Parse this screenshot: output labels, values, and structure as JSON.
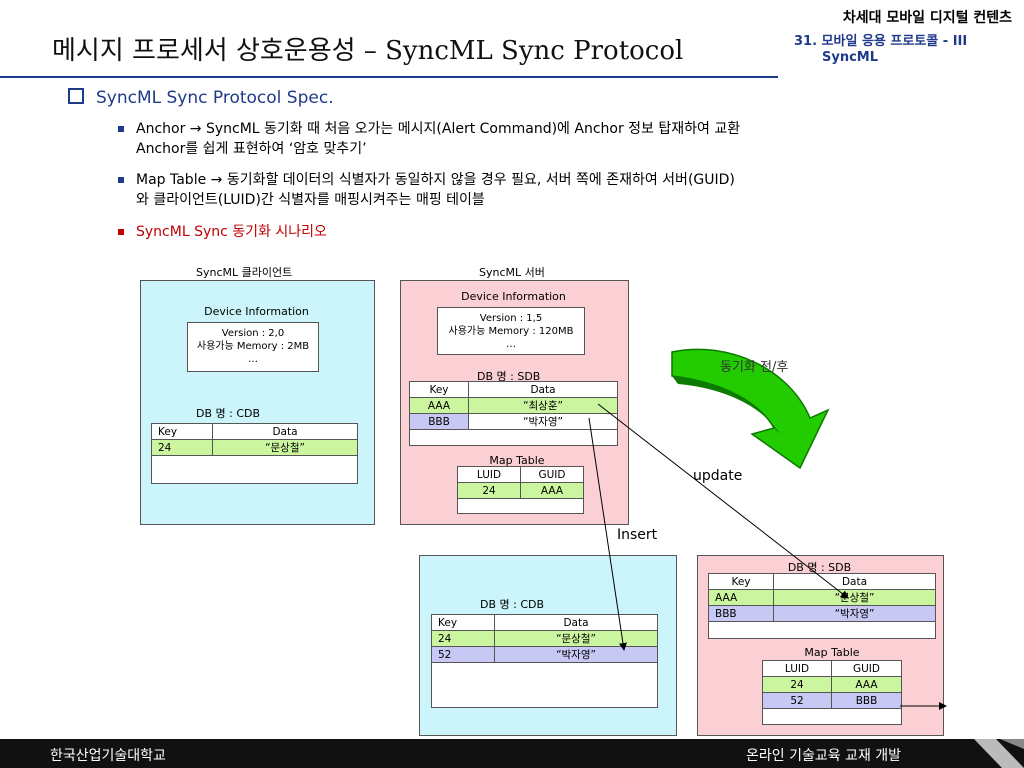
{
  "header": {
    "title": "메시지 프로세서 상호운용성 – SyncML Sync Protocol",
    "org": "차세대 모바일 디지털 컨텐츠",
    "subtitle_line1": "31. 모바일 응용 프로토콜 - III",
    "subtitle_line2": "SyncML"
  },
  "section": {
    "heading": "SyncML Sync Protocol Spec.",
    "bullets": [
      {
        "line1": "Anchor → SyncML 동기화 때 처음 오가는 메시지(Alert Command)에 Anchor 정보 탑재하여 교환",
        "line2": "Anchor를 쉽게 표현하여 ‘암호 맞추기’"
      },
      {
        "line1": "Map Table → 동기화할 데이터의 식별자가 동일하지 않을 경우 필요, 서버 쪽에 존재하여 서버(GUID)",
        "line2": "와 클라이언트(LUID)간 식별자를 매핑시켜주는 매핑 테이블"
      },
      {
        "line1": "SyncML Sync 동기화 시나리오"
      }
    ]
  },
  "diagram": {
    "client_title": "SyncML 클라이언트",
    "server_title": "SyncML 서버",
    "client": {
      "device_info_label": "Device Information",
      "device_info": [
        "Version : 2,0",
        "사용가능 Memory : 2MB",
        "…"
      ],
      "db_label": "DB 명 : CDB",
      "table_header": [
        "Key",
        "Data"
      ],
      "rows": [
        [
          "24",
          "“문상철”"
        ]
      ]
    },
    "server": {
      "device_info_label": "Device Information",
      "device_info": [
        "Version : 1,5",
        "사용가능 Memory : 120MB",
        "…"
      ],
      "db_label": "DB 명 : SDB",
      "table_header": [
        "Key",
        "Data"
      ],
      "rows": [
        [
          "AAA",
          "“최상훈”"
        ],
        [
          "BBB",
          "“박자영”"
        ]
      ],
      "map_label": "Map Table",
      "map_header": [
        "LUID",
        "GUID"
      ],
      "map_rows": [
        [
          "24",
          "AAA"
        ]
      ]
    },
    "arrow_label": "동기화 전/후",
    "update_label": "update",
    "insert_label": "Insert",
    "client_after": {
      "db_label": "DB 명 : CDB",
      "table_header": [
        "Key",
        "Data"
      ],
      "rows": [
        [
          "24",
          "“문상철”"
        ],
        [
          "52",
          "“박자영”"
        ]
      ]
    },
    "server_after": {
      "db_label": "DB 명 : SDB",
      "table_header": [
        "Key",
        "Data"
      ],
      "rows": [
        [
          "AAA",
          "“문상철”"
        ],
        [
          "BBB",
          "“박자영”"
        ]
      ],
      "map_label": "Map Table",
      "map_header": [
        "LUID",
        "GUID"
      ],
      "map_rows": [
        [
          "24",
          "AAA"
        ],
        [
          "52",
          "BBB"
        ]
      ]
    }
  },
  "footer": {
    "left": "한국산업기술대학교",
    "right": "온라인 기술교육 교재 개발"
  },
  "colors": {
    "accent": "#1f3a8a",
    "highlight_text": "#c00000",
    "client_panel": "#ccf5fb",
    "server_panel": "#fbd0d4",
    "row_green": "#ccf5a0",
    "row_violet": "#c8c8f5",
    "sync_arrow": "#22cc00"
  }
}
